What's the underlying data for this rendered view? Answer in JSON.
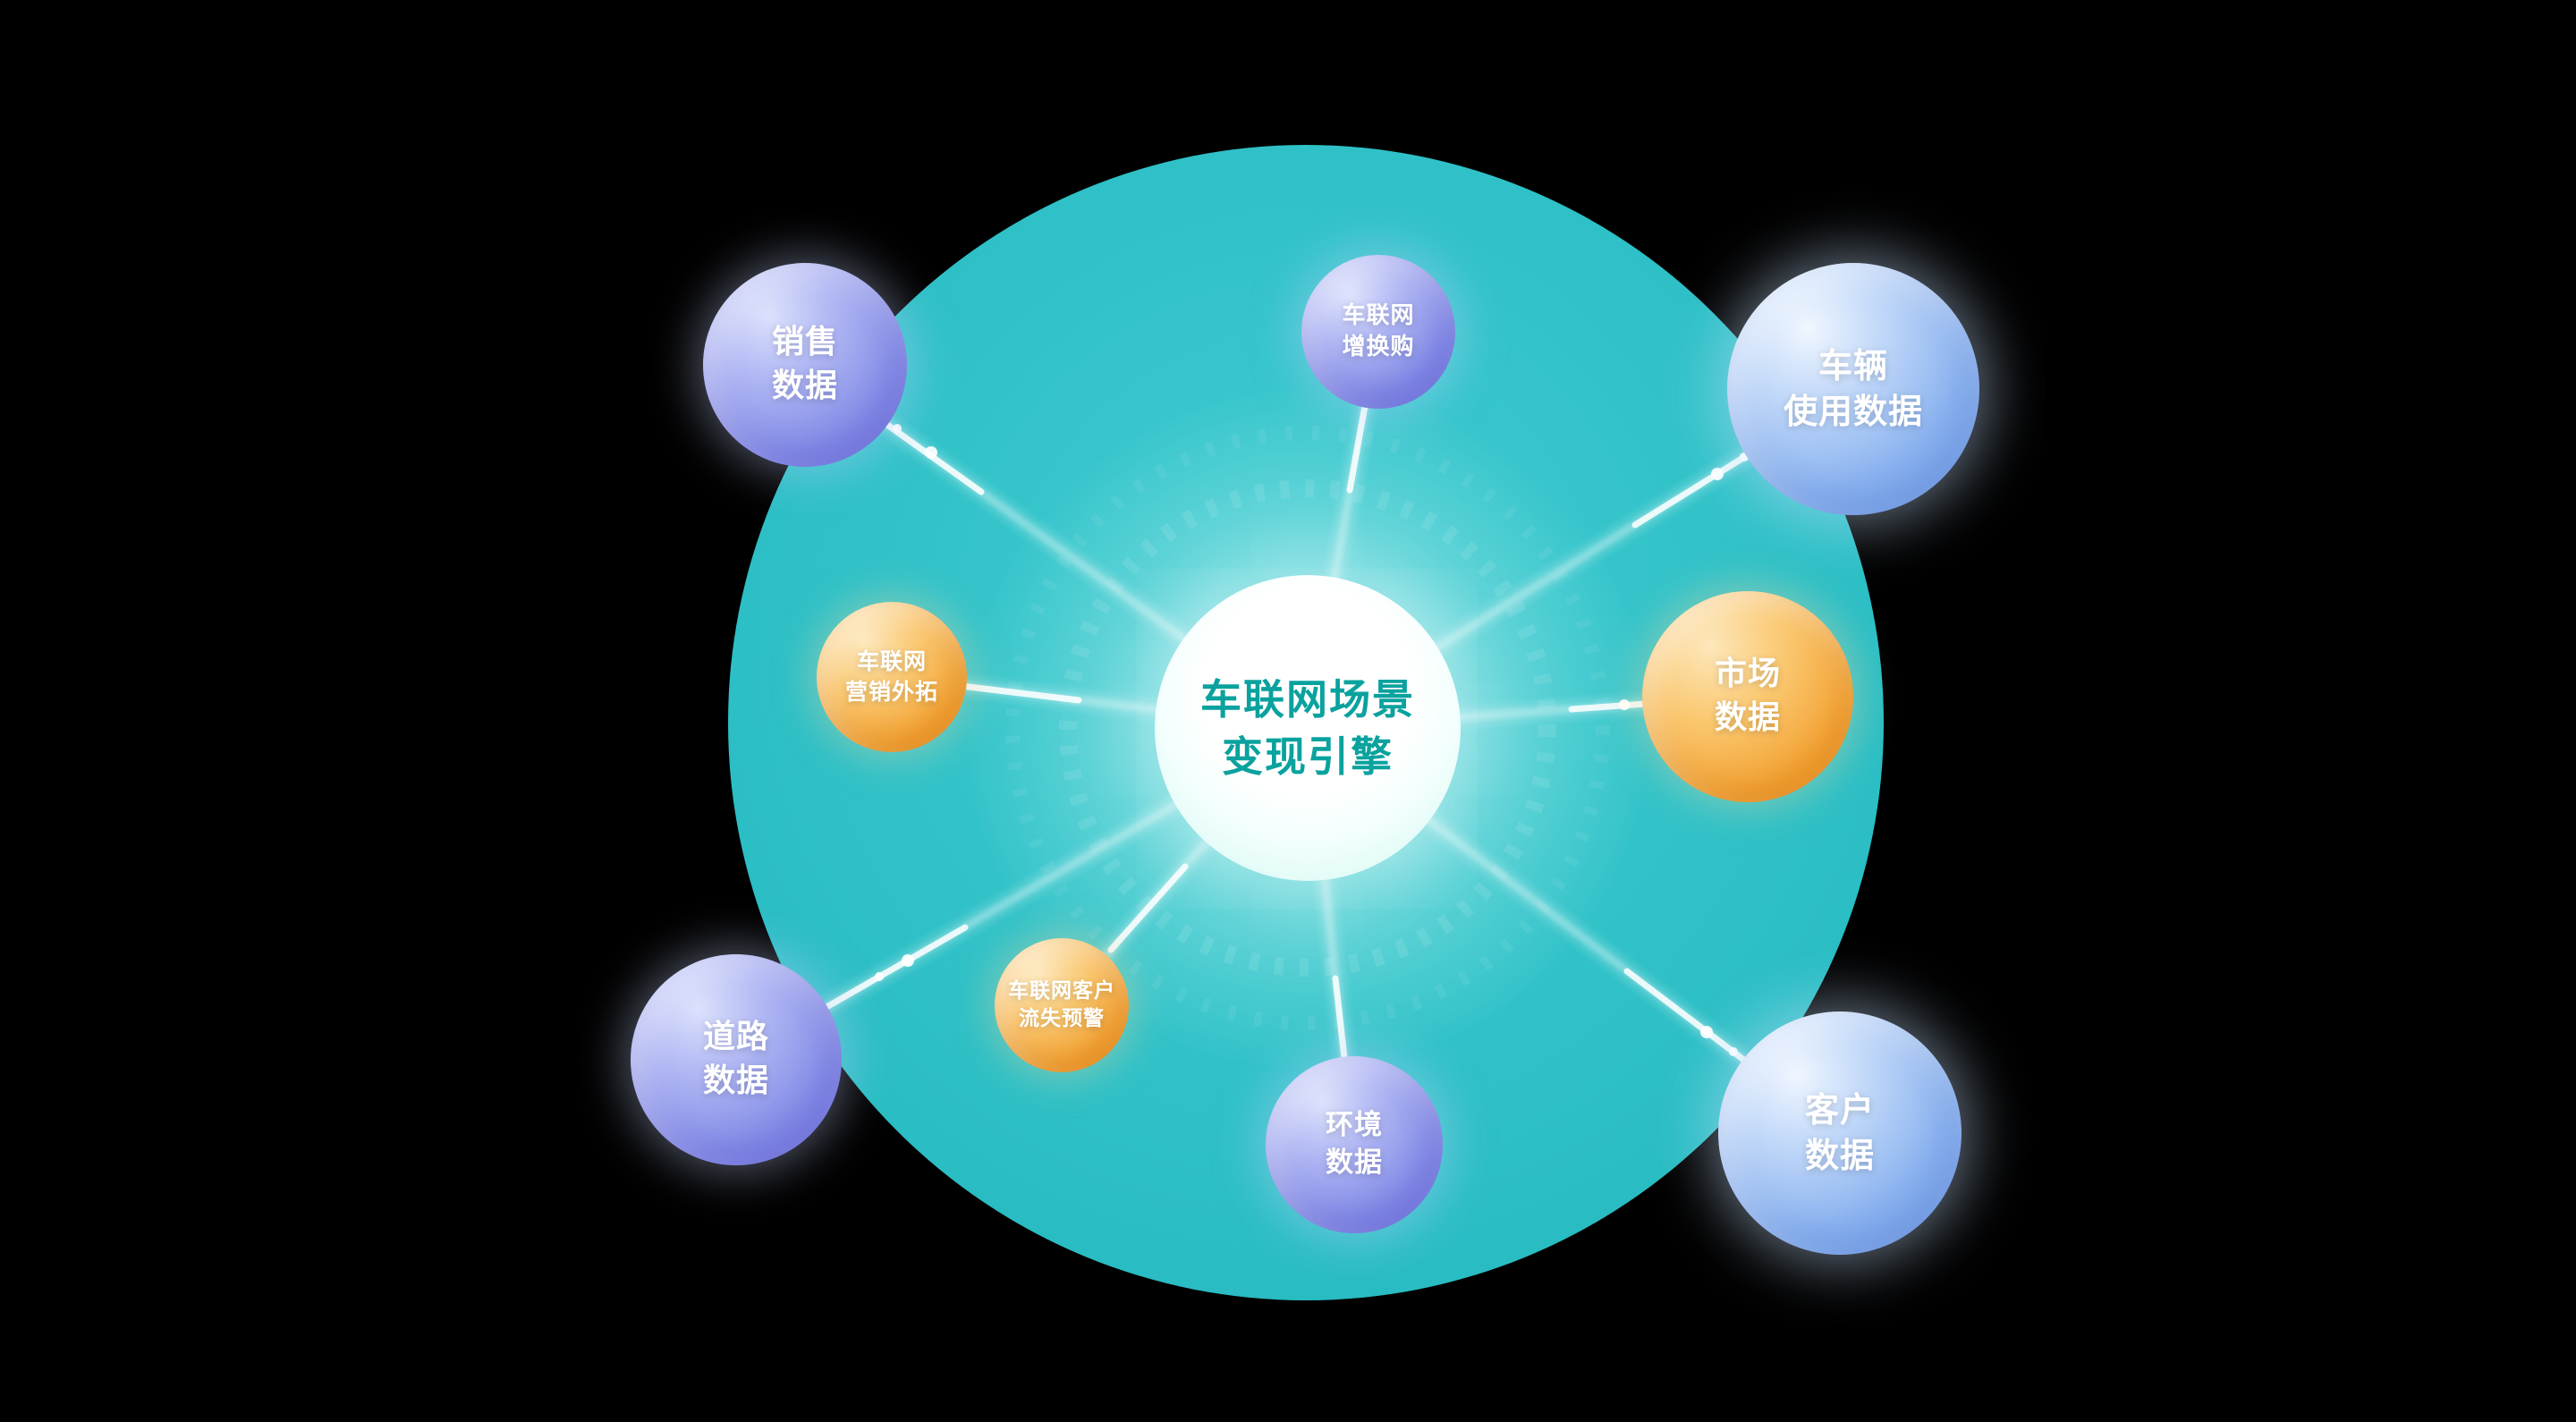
{
  "background": {
    "color": "#000000"
  },
  "main_circle": {
    "color": "#2ec1c7"
  },
  "center_node": {
    "label": "车联网场景\n变现引擎",
    "text_color": "#0aa29e"
  },
  "nodes": [
    {
      "name": "sales-data",
      "label": "销售\n数据",
      "color_theme": "purple",
      "color": "#848ce7"
    },
    {
      "name": "iov-trade-up",
      "label": "车联网\n增换购",
      "color_theme": "purple",
      "color": "#9a93ea"
    },
    {
      "name": "vehicle-usage-data",
      "label": "车辆\n使用数据",
      "color_theme": "blue",
      "color": "#8ab2ef"
    },
    {
      "name": "iov-marketing-expansion",
      "label": "车联网\n营销外拓",
      "color_theme": "orange",
      "color": "#f3a233"
    },
    {
      "name": "market-data",
      "label": "市场\n数据",
      "color_theme": "orange",
      "color": "#f09a2a"
    },
    {
      "name": "road-data",
      "label": "道路\n数据",
      "color_theme": "purple",
      "color": "#7d83e3"
    },
    {
      "name": "iov-customer-churn-warning",
      "label": "车联网客户\n流失预警",
      "color_theme": "orange",
      "color": "#f2a236"
    },
    {
      "name": "environment-data",
      "label": "环境\n数据",
      "color_theme": "purple",
      "color": "#8a90e8"
    },
    {
      "name": "customer-data",
      "label": "客户\n数据",
      "color_theme": "blue",
      "color": "#84aeee"
    }
  ],
  "colors": {
    "teal": "#2ec1c7",
    "purple": "#848ce7",
    "blue": "#84aeee",
    "orange": "#f3a233",
    "beam": "#ffffff",
    "center_text": "#0aa29e"
  }
}
